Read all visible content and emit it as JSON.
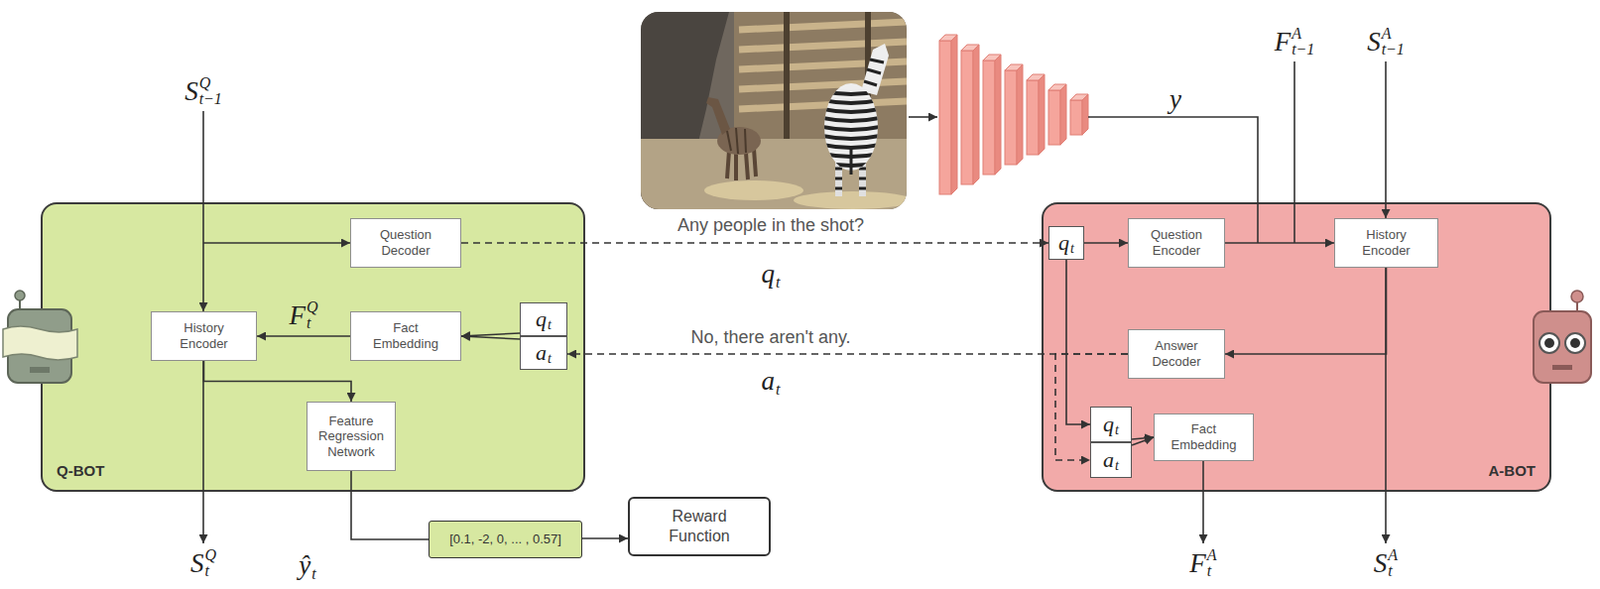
{
  "diagram": {
    "nodes": [
      {
        "text": [
          "Q-BOT"
        ]
      },
      {
        "text": [
          "Question Decoder"
        ],
        "in": 0
      },
      {
        "text": [
          "History Encoder"
        ],
        "in": 0
      },
      {
        "text": [
          "Fact Embedding"
        ],
        "in": 0
      },
      {
        "text": [
          "q",
          "t"
        ],
        "in": 0
      },
      {
        "text": [
          "a",
          "t"
        ],
        "in": 0
      },
      {
        "text": [
          "Feature Regression Network"
        ],
        "in": 0
      },
      {
        "text": [
          "[0.1, -2, 0, ... , 0.57]"
        ]
      },
      {
        "text": [
          "Reward Function"
        ]
      },
      {
        "text": [
          "A-BOT"
        ]
      },
      {
        "text": [
          "q",
          "t"
        ],
        "in": 9
      },
      {
        "text": [
          "Question Encoder"
        ],
        "in": 9
      },
      {
        "text": [
          "History Encoder"
        ],
        "in": 9
      },
      {
        "text": [
          "Answer Decoder"
        ],
        "in": 9
      },
      {
        "text": [
          "q",
          "t"
        ],
        "in": 9
      },
      {
        "text": [
          "a",
          "t"
        ],
        "in": 9
      },
      {
        "text": [
          "Fact Embedding"
        ],
        "in": 9
      }
    ],
    "edges": [
      {
        "from": 4,
        "to": 3,
        "arrow": "to"
      },
      {
        "from": 5,
        "to": 3,
        "arrow": "to"
      },
      {
        "from": 3,
        "to": 2,
        "arrow": "to"
      },
      {
        "from": 2,
        "to": 6,
        "arrow": "to"
      },
      {
        "from": 6,
        "to": 7,
        "arrow": "none"
      },
      {
        "from": 7,
        "to": 8,
        "arrow": "to"
      },
      {
        "from": 1,
        "to": 10,
        "label": "Any people in the shot?",
        "arrow": "to"
      },
      {
        "from": 13,
        "to": 5,
        "label": "No, there aren't any.",
        "arrow": "to"
      },
      {
        "from": 10,
        "to": 11,
        "arrow": "to"
      },
      {
        "from": 11,
        "to": 12,
        "arrow": "to"
      },
      {
        "from": 12,
        "to": 13,
        "arrow": "to"
      },
      {
        "from": 10,
        "to": 14,
        "arrow": "to"
      },
      {
        "from": 13,
        "to": 15,
        "arrow": "to"
      },
      {
        "from": 14,
        "to": 16,
        "arrow": "to"
      },
      {
        "from": 15,
        "to": 16,
        "arrow": "to"
      }
    ],
    "labels": [
      "S",
      "Q",
      "t−1",
      "S",
      "Q",
      "t",
      "F",
      "Q",
      "t",
      "ŷ",
      "t",
      "q",
      "t",
      "a",
      "t",
      "y",
      "F",
      "A",
      "t−1",
      "S",
      "A",
      "t−1",
      "F",
      "A",
      "t",
      "S",
      "A",
      "t"
    ]
  }
}
